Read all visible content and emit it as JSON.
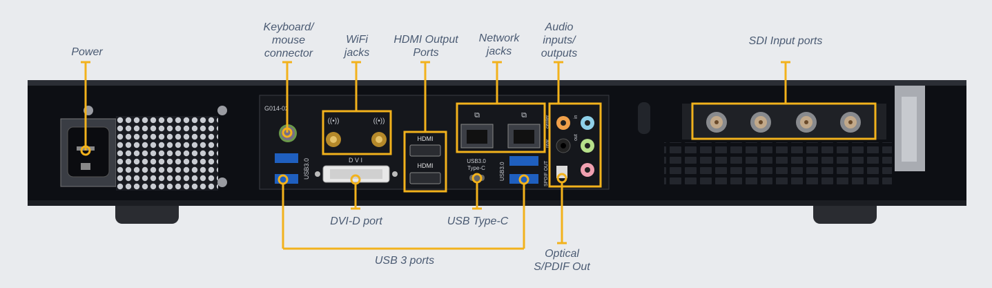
{
  "colors": {
    "background": "#e9ebee",
    "chassis": "#0d0f14",
    "callout": "#f2b21c",
    "label_text": "#4a5a72"
  },
  "labels": {
    "power": [
      "Power"
    ],
    "keyboard": [
      "Keyboard/",
      "mouse",
      "connector"
    ],
    "wifi": [
      "WiFi",
      "jacks"
    ],
    "hdmi": [
      "HDMI Output",
      "Ports"
    ],
    "network": [
      "Network",
      "jacks"
    ],
    "audio": [
      "Audio",
      "inputs/",
      "outputs"
    ],
    "sdi": [
      "SDI Input ports"
    ],
    "dvi": [
      "DVI-D port"
    ],
    "usbc": [
      "USB Type-C"
    ],
    "usb3": [
      "USB 3 ports"
    ],
    "optical": [
      "Optical",
      "S/PDIF Out"
    ]
  },
  "panel_text": {
    "model": "G014-02",
    "dvi": "D V I",
    "hdmi_1": "HDMI",
    "hdmi_2": "HDMI",
    "usb30_left": "USB3.0",
    "usb30_right": "USB3.0",
    "usbc_line1": "USB3.0",
    "usbc_line2": "Type-C",
    "spdif": "SPDIF OUT",
    "audio_center": "center",
    "audio_rear": "rear",
    "audio_in": "in",
    "audio_out": "out"
  }
}
